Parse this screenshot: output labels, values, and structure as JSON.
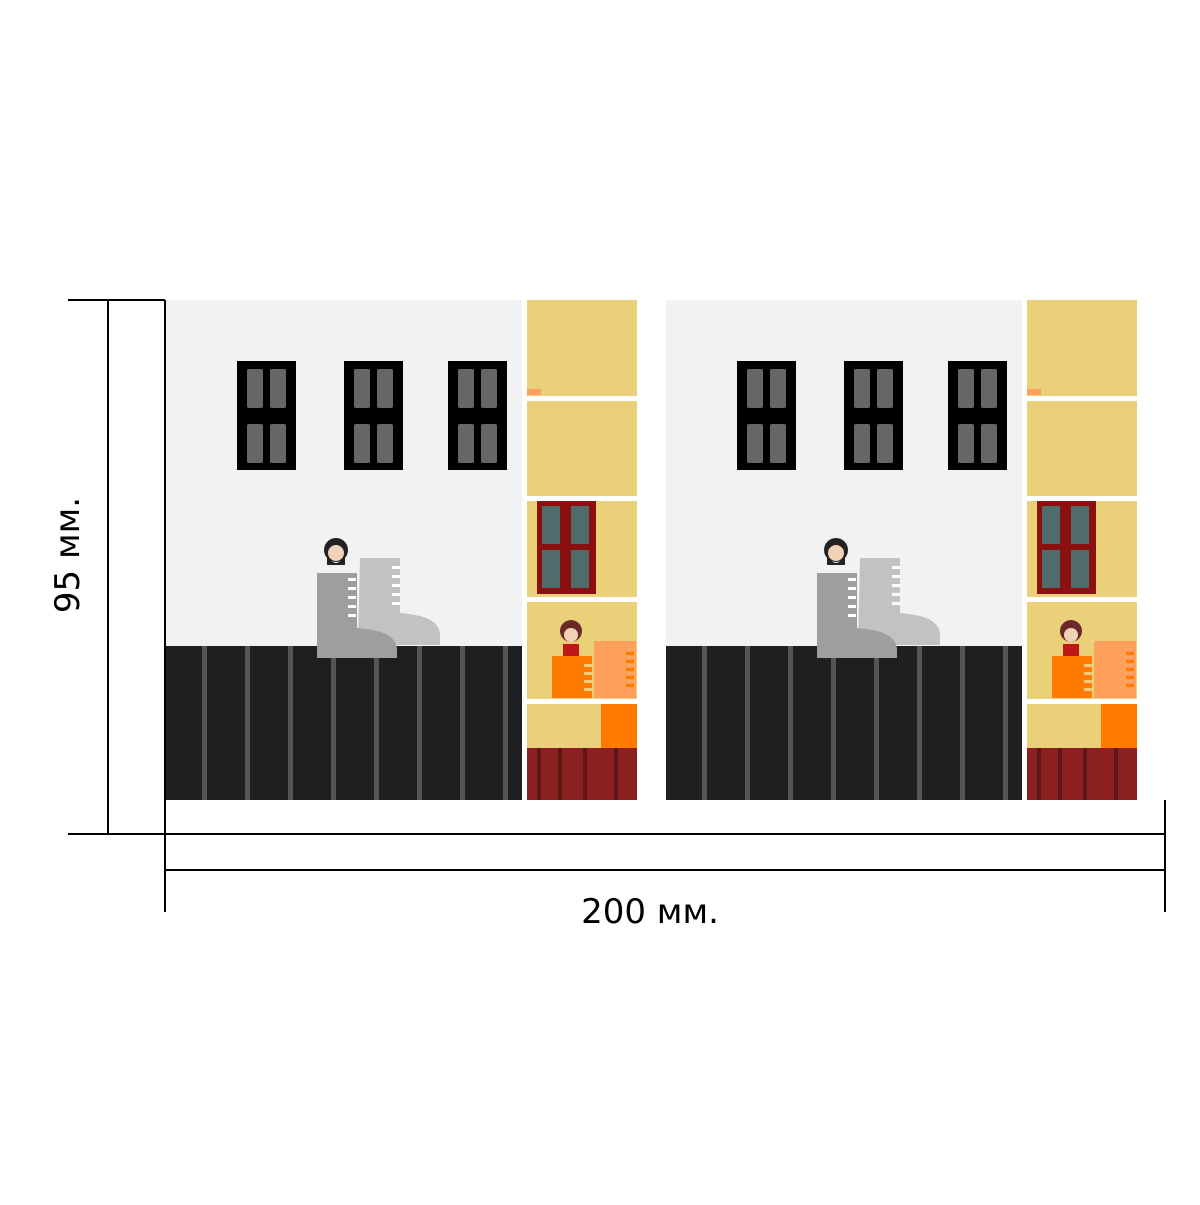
{
  "dimensions": {
    "width_label": "200 мм.",
    "height_label": "95 мм."
  },
  "print": {
    "repeats": 2,
    "colors": {
      "wall": "#f2f2f2",
      "fence": "#1f1f1f",
      "fence_slat": "#555555",
      "window_frame": "#000000",
      "window_pane": "#666666",
      "column": "#ebd07a",
      "column_divider": "#ffffff",
      "red_window_frame": "#8b1010",
      "red_window_pane": "#4f6b6b",
      "boot_dark": "#9e9e9e",
      "boot_light": "#c2c2c2",
      "orange": "#ff7a00",
      "salmon": "#ff9f5e",
      "floor_red": "#8b2020"
    },
    "icons": [
      "window-icon",
      "boot-icon",
      "bearded-man-icon",
      "woman-icon",
      "shopping-bag-icon"
    ]
  }
}
